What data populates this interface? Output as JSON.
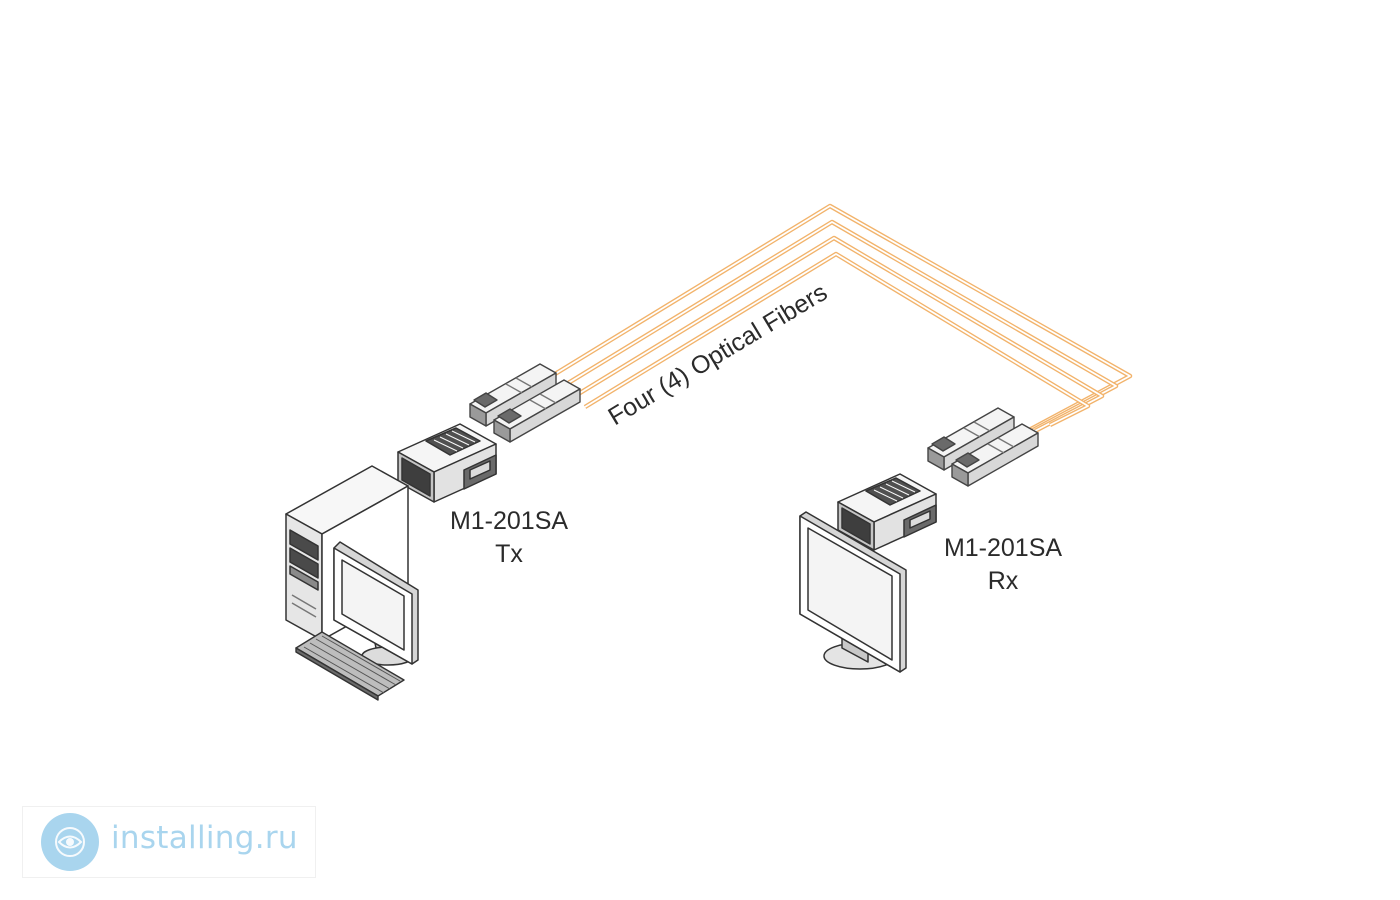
{
  "diagram": {
    "fiber_label": "Four (4) Optical Fibers",
    "tx": {
      "model": "M1-201SA",
      "role": "Tx"
    },
    "rx": {
      "model": "M1-201SA",
      "role": "Rx"
    }
  },
  "colors": {
    "fiber": "#f2b36b",
    "line": "#444444",
    "device_fill": "#f3f3f3",
    "device_dark": "#5a5a5a",
    "watermark": "#a9d5ee"
  },
  "icons": {
    "computer": "computer-tower-icon",
    "monitor": "monitor-icon",
    "keyboard": "keyboard-icon",
    "connector": "dvi-connector-icon",
    "fiber_plug": "lc-fiber-plug-icon",
    "watermark": "installing-logo-icon"
  },
  "watermark": {
    "text": "installing.ru"
  }
}
